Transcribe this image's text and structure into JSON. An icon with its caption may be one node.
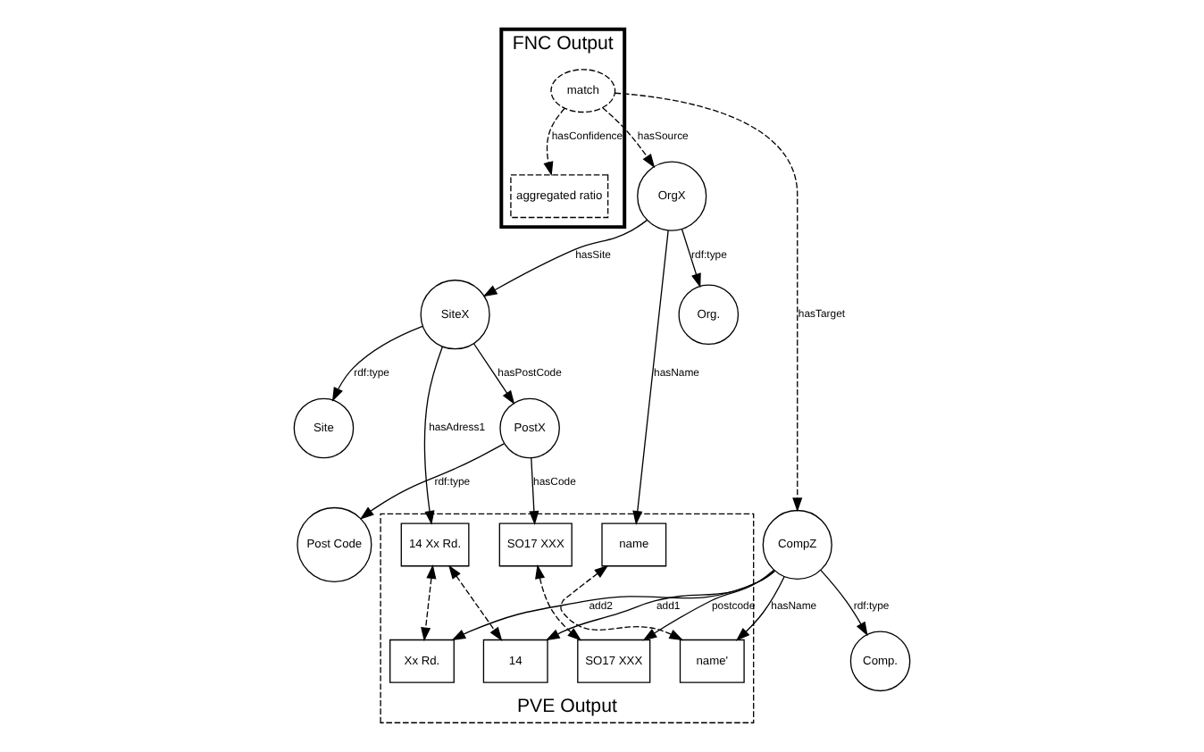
{
  "diagram": {
    "nodes": [
      {
        "text": [
          "FNC Output"
        ]
      },
      {
        "text": [
          "match"
        ],
        "in": 0
      },
      {
        "text": [
          "aggregated ratio"
        ],
        "in": 0
      },
      {
        "text": [
          "OrgX"
        ]
      },
      {
        "text": [
          "CompZ"
        ]
      },
      {
        "text": [
          "Org."
        ]
      },
      {
        "text": [
          "SiteX"
        ]
      },
      {
        "text": [
          "Site"
        ]
      },
      {
        "text": [
          "PostX"
        ]
      },
      {
        "text": [
          "Post Code"
        ]
      },
      {
        "text": [
          "Comp."
        ]
      },
      {
        "text": [
          "PVE Output"
        ]
      },
      {
        "text": [
          "name"
        ],
        "in": 11
      },
      {
        "text": [
          "name'"
        ],
        "in": 11
      },
      {
        "text": [
          "14 Xx Rd."
        ],
        "in": 11
      },
      {
        "text": [
          "14"
        ],
        "in": 11
      },
      {
        "text": [
          "Xx Rd."
        ],
        "in": 11
      },
      {
        "text": [
          "SO17 XXX"
        ],
        "in": 11
      },
      {
        "text": [
          "SO17 XXX"
        ],
        "in": 11
      }
    ],
    "edges": [
      {
        "from": 1,
        "to": 3,
        "arrow": "to",
        "label": "hasSource",
        "style": "dashed"
      },
      {
        "from": 1,
        "to": 2,
        "arrow": "to",
        "label": "hasConfidence",
        "style": "dashed"
      },
      {
        "from": 1,
        "to": 4,
        "arrow": "to",
        "label": "hasTarget",
        "style": "dashed"
      },
      {
        "from": 3,
        "to": 5,
        "arrow": "to",
        "label": "rdf:type"
      },
      {
        "from": 3,
        "to": 6,
        "arrow": "to",
        "label": "hasSite"
      },
      {
        "from": 3,
        "to": 12,
        "arrow": "to",
        "label": "hasName"
      },
      {
        "from": 6,
        "to": 7,
        "arrow": "to",
        "label": "rdf:type"
      },
      {
        "from": 6,
        "to": 8,
        "arrow": "to",
        "label": "hasPostCode"
      },
      {
        "from": 6,
        "to": 14,
        "arrow": "to",
        "label": "hasAdress1"
      },
      {
        "from": 8,
        "to": 9,
        "arrow": "to",
        "label": "rdf:type"
      },
      {
        "from": 8,
        "to": 17,
        "arrow": "to",
        "label": "hasCode"
      },
      {
        "from": 4,
        "to": 13,
        "arrow": "to",
        "label": "hasName"
      },
      {
        "from": 4,
        "to": 15,
        "arrow": "to",
        "label": "add1"
      },
      {
        "from": 4,
        "to": 16,
        "arrow": "to",
        "label": "add2"
      },
      {
        "from": 4,
        "to": 18,
        "arrow": "to",
        "label": "postcode"
      },
      {
        "from": 4,
        "to": 10,
        "arrow": "to",
        "label": "rdf:type"
      },
      {
        "from": 12,
        "to": 13,
        "arrow": "both",
        "style": "dashed"
      },
      {
        "from": 14,
        "to": 15,
        "arrow": "both",
        "style": "dashed"
      },
      {
        "from": 14,
        "to": 16,
        "arrow": "both",
        "style": "dashed"
      },
      {
        "from": 17,
        "to": 18,
        "arrow": "both",
        "style": "dashed"
      }
    ]
  }
}
